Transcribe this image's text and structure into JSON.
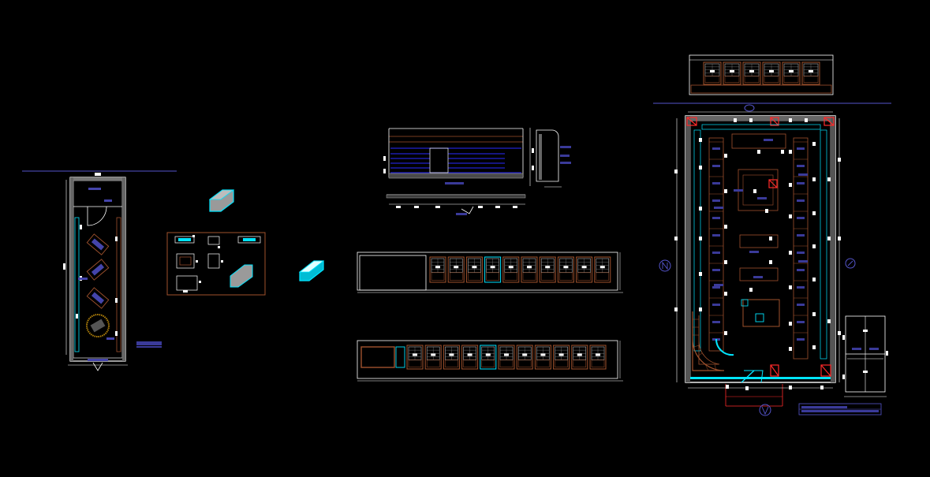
{
  "colors": {
    "background": "#000000",
    "wall": "#ffffff",
    "furniture": "#a0522d",
    "dimension_tag": "#4444aa",
    "section_line": "#5555cc",
    "accent_cyan": "#00e5ff",
    "accent_red": "#ff2a2a",
    "glass_blue": "#2a2aff",
    "wood": "#8b4513",
    "hatch": "#888888"
  },
  "drawings": [
    {
      "name": "narrow-shop-plan",
      "kind": "floor-plan"
    },
    {
      "name": "furniture-detail-sheet",
      "kind": "detail-sheet"
    },
    {
      "name": "iso-shelf-unit",
      "kind": "isometric"
    },
    {
      "name": "section-elevation",
      "kind": "section"
    },
    {
      "name": "wall-elevation-1",
      "kind": "elevation"
    },
    {
      "name": "wall-elevation-2",
      "kind": "elevation"
    },
    {
      "name": "top-elevation",
      "kind": "elevation"
    },
    {
      "name": "large-shop-plan",
      "kind": "floor-plan"
    },
    {
      "name": "small-elevation-detail",
      "kind": "elevation"
    },
    {
      "name": "title-block",
      "kind": "title-block"
    }
  ]
}
